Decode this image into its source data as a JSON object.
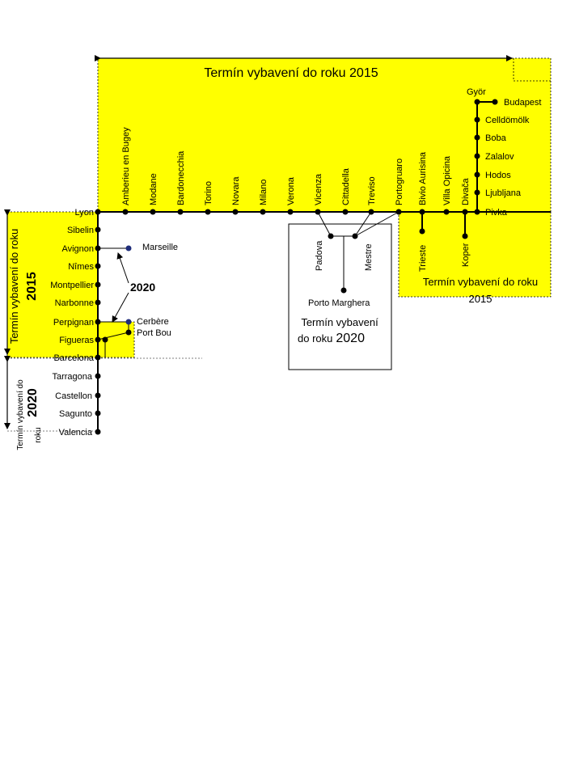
{
  "colors": {
    "zone_fill": "#ffff00",
    "line": "#000000",
    "planned_station": "#1f2d7a"
  },
  "titles": {
    "top": "Termín vybavení do roku 2015",
    "left_2015_line1": "Termín vybavení do roku",
    "left_2015_line2": "2015",
    "right_2015_line1": "Termín vybavení do roku",
    "right_2015_line2": "2015",
    "box_2020_line1": "Termín vybavení",
    "box_2020_line2_prefix": "do roku",
    "box_2020_line2_year": "2020",
    "left_2020_line1": "Termín vybavení do",
    "left_2020_line2": "roku",
    "left_2020_year": "2020",
    "arrows_2020": "2020"
  },
  "stations": {
    "main_line": [
      "Amberieu en Bugey",
      "Modane",
      "Bardonecchia",
      "Torino",
      "Novara",
      "Milano",
      "Verona",
      "Vicenza",
      "Cittadella",
      "Treviso",
      "Portogruaro",
      "Bivio Aurisina",
      "Villa Opicina",
      "Divača"
    ],
    "west_line": [
      "Lyon",
      "Sibelin",
      "Avignon",
      "Nîmes",
      "Montpellier",
      "Narbonne",
      "Perpignan",
      "Figueras",
      "Barcelona"
    ],
    "south_line": [
      "Tarragona",
      "Castellon",
      "Sagunto",
      "Valencia"
    ],
    "east_line": [
      "Györ",
      "Celldömölk",
      "Boba",
      "Zalalov",
      "Hodos",
      "Ljubljana",
      "Pivka"
    ],
    "branches": {
      "budapest": "Budapest",
      "trieste": "Trieste",
      "koper": "Koper",
      "padova": "Padova",
      "mestre": "Mestre",
      "porto_marghera": "Porto Marghera",
      "marseille": "Marseille",
      "cerbere": "Cerbère",
      "port_bou": "Port Bou"
    }
  }
}
